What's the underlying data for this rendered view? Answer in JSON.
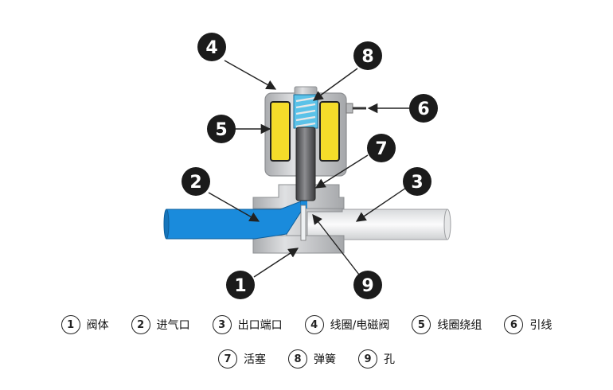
{
  "callouts": [
    {
      "num": "1",
      "target": "valve-body"
    },
    {
      "num": "2",
      "target": "inlet-port"
    },
    {
      "num": "3",
      "target": "outlet-port"
    },
    {
      "num": "4",
      "target": "solenoid-valve"
    },
    {
      "num": "5",
      "target": "coil-winding"
    },
    {
      "num": "6",
      "target": "lead-wire"
    },
    {
      "num": "7",
      "target": "plunger"
    },
    {
      "num": "8",
      "target": "spring"
    },
    {
      "num": "9",
      "target": "orifice"
    }
  ],
  "legend": [
    {
      "num": "1",
      "label": "阀体"
    },
    {
      "num": "2",
      "label": "进气口"
    },
    {
      "num": "3",
      "label": "出口端口"
    },
    {
      "num": "4",
      "label": "线圈/电磁阀"
    },
    {
      "num": "5",
      "label": "线圈绕组"
    },
    {
      "num": "6",
      "label": "引线"
    },
    {
      "num": "7",
      "label": "活塞"
    },
    {
      "num": "8",
      "label": "弹簧"
    },
    {
      "num": "9",
      "label": "孔"
    }
  ],
  "colors": {
    "inlet_fluid": "#1a8bdc",
    "coil": "#f5dc2a",
    "body_metal": "#c8c9cb",
    "outlet_pipe": "#f4f5f6",
    "callout_fill": "#1b1b1b",
    "spring": "#5bc2e8"
  }
}
